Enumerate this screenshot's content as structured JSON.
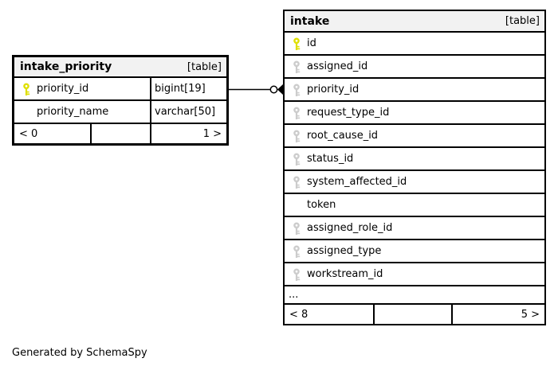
{
  "generator_note": "Generated by SchemaSpy",
  "colors": {
    "pk-key": "#dfe000",
    "fk-key": "#cccccc",
    "header-bg": "#f2f2f2",
    "border": "#000000",
    "row-bg": "#ffffff",
    "canvas-bg": "#ffffff"
  },
  "tables": [
    {
      "name": "intake_priority",
      "tag": "[table]",
      "columns": [
        {
          "name": "priority_id",
          "type": "bigint[19]",
          "key": "primary"
        },
        {
          "name": "priority_name",
          "type": "varchar[50]",
          "key": "none"
        }
      ],
      "stats": {
        "parents": "< 0",
        "middle": "",
        "children": "1 >"
      }
    },
    {
      "name": "intake",
      "tag": "[table]",
      "columns": [
        {
          "name": "id",
          "key": "primary"
        },
        {
          "name": "assigned_id",
          "key": "ref"
        },
        {
          "name": "priority_id",
          "key": "ref"
        },
        {
          "name": "request_type_id",
          "key": "ref"
        },
        {
          "name": "root_cause_id",
          "key": "ref"
        },
        {
          "name": "status_id",
          "key": "ref"
        },
        {
          "name": "system_affected_id",
          "key": "ref"
        },
        {
          "name": "token",
          "key": "none"
        },
        {
          "name": "assigned_role_id",
          "key": "ref"
        },
        {
          "name": "assigned_type",
          "key": "ref"
        },
        {
          "name": "workstream_id",
          "key": "ref"
        }
      ],
      "ellipsis": "...",
      "stats": {
        "parents": "< 8",
        "middle": "",
        "children": "5 >"
      }
    }
  ],
  "relationship": {
    "from_column": "intake_priority.priority_id",
    "to_column": "intake.priority_id"
  }
}
